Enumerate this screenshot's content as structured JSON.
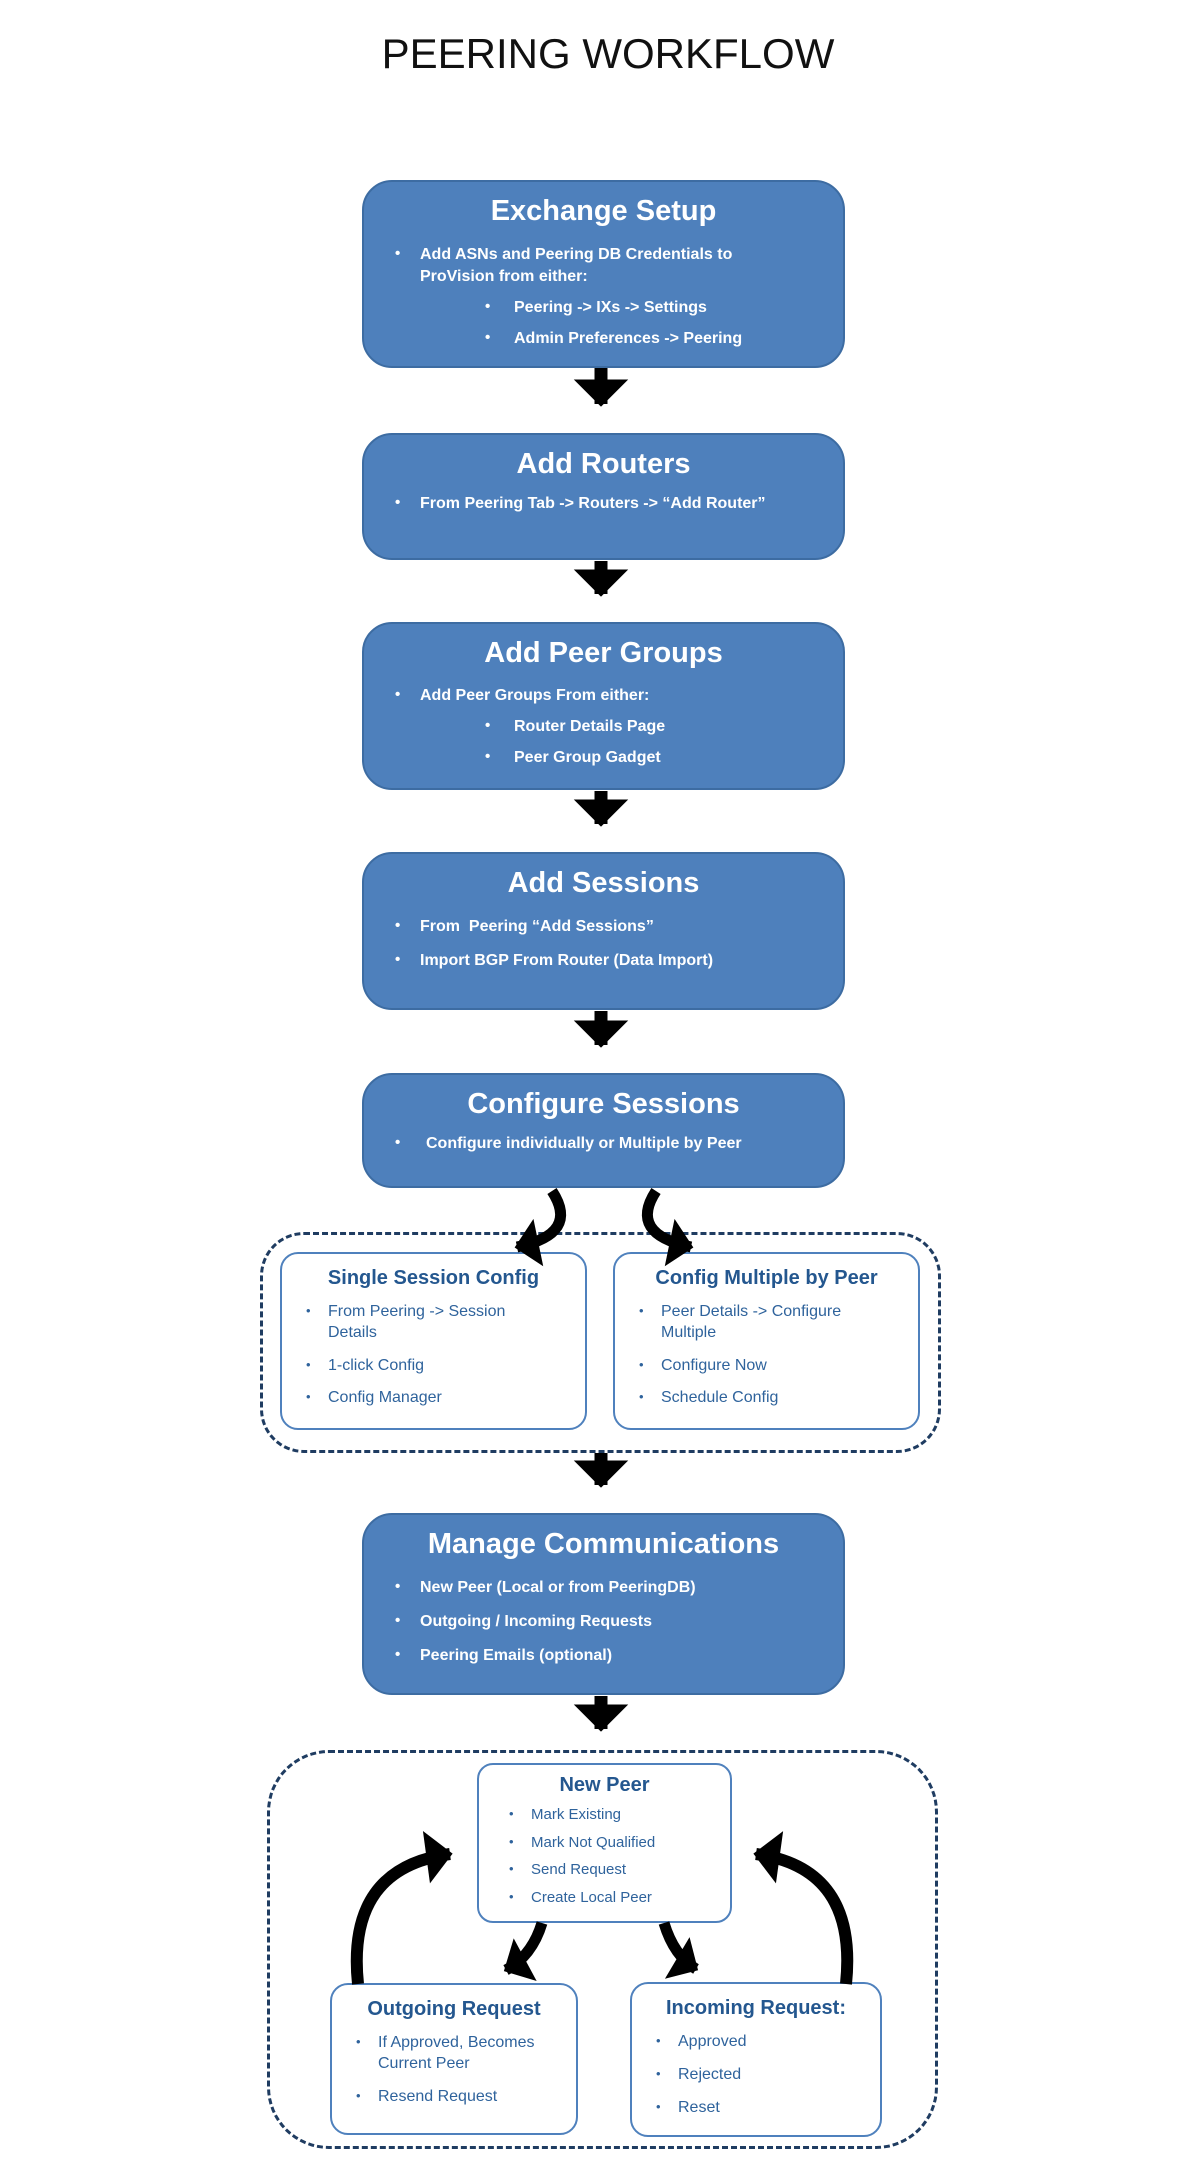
{
  "page_title": "PEERING WORKFLOW",
  "colors": {
    "box_fill": "#4E80BC",
    "box_border": "#3D6CA2",
    "box_text": "#FFFFFF",
    "inner_box_border": "#4F81BD",
    "inner_box_title": "#24578F",
    "inner_box_text": "#2F639C",
    "dashed_border": "#1F3C61",
    "arrow": "#000000",
    "title_text": "#111111"
  },
  "boxes": [
    {
      "title": "Exchange Setup",
      "bullets": [
        "Add ASNs and Peering DB Credentials to ProVision from either:",
        "Peering -> IXs -> Settings",
        "Admin Preferences -> Peering"
      ]
    },
    {
      "title": "Add Routers",
      "bullets": [
        "From Peering Tab -> Routers -> “Add Router”"
      ]
    },
    {
      "title": "Add Peer Groups",
      "bullets": [
        "Add Peer Groups From either:",
        "Router Details Page",
        "Peer Group Gadget"
      ]
    },
    {
      "title": "Add Sessions",
      "bullets": [
        "From  Peering “Add Sessions”",
        "Import BGP From Router (Data Import)"
      ]
    },
    {
      "title": "Configure Sessions",
      "bullets": [
        "Configure individually or Multiple by Peer"
      ]
    },
    {
      "title": "Manage Communications",
      "bullets": [
        "New Peer (Local or from PeeringDB)",
        "Outgoing / Incoming Requests",
        "Peering Emails (optional)"
      ]
    }
  ],
  "config_group": {
    "single": {
      "title": "Single Session Config",
      "bullets": [
        "From Peering -> Session Details",
        "1-click Config",
        "Config Manager"
      ]
    },
    "multiple": {
      "title": "Config Multiple by Peer",
      "bullets": [
        "Peer Details -> Configure Multiple",
        "Configure Now",
        "Schedule Config"
      ]
    }
  },
  "peer_group": {
    "new_peer": {
      "title": "New Peer",
      "bullets": [
        "Mark Existing",
        "Mark Not Qualified",
        "Send Request",
        "Create Local Peer"
      ]
    },
    "outgoing": {
      "title": "Outgoing Request",
      "bullets": [
        "If Approved, Becomes Current Peer",
        "Resend Request"
      ]
    },
    "incoming": {
      "title": "Incoming Request:",
      "bullets": [
        "Approved",
        "Rejected",
        "Reset"
      ]
    }
  }
}
